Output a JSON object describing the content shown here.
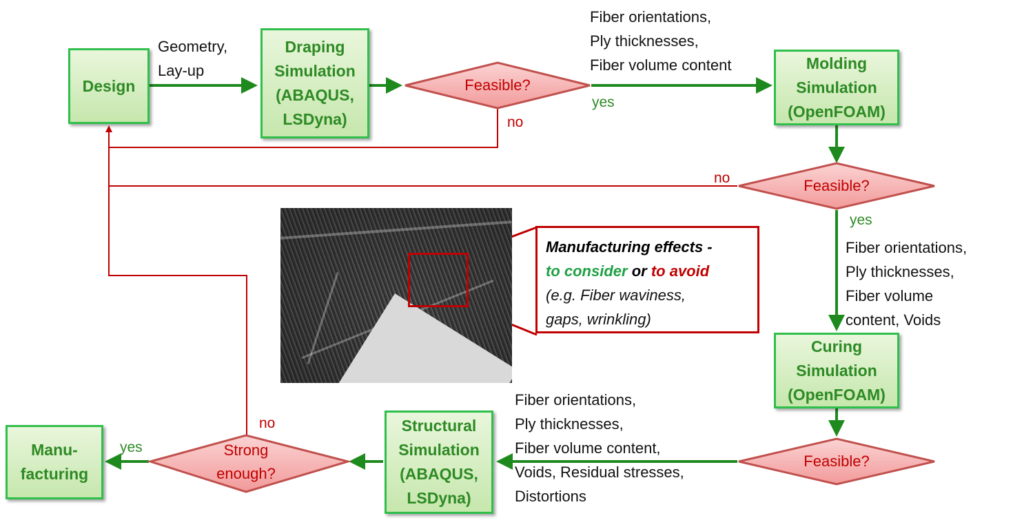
{
  "nodes": {
    "design": "Design",
    "draping": "Draping\nSimulation\n(ABAQUS,\nLSDyna)",
    "molding": "Molding\nSimulation\n(OpenFOAM)",
    "curing": "Curing\nSimulation\n(OpenFOAM)",
    "structural": "Structural\nSimulation\n(ABAQUS,\nLSDyna)",
    "manufacturing": "Manu-\nfacturing"
  },
  "decisions": {
    "feasible_1": "Feasible?",
    "feasible_2": "Feasible?",
    "feasible_3": "Feasible?",
    "strong": "Strong\nenough?"
  },
  "labels": {
    "geometry_layup": "Geometry,\nLay-up",
    "fiber_top": "Fiber orientations,\nPly thicknesses,\nFiber volume content",
    "fiber_right": "Fiber orientations,\nPly thicknesses,\nFiber volume\ncontent, Voids",
    "fiber_bottom": "Fiber orientations,\nPly thicknesses,\nFiber volume content,\nVoids, Residual stresses,\nDistortions",
    "yes_1": "yes",
    "no_1": "no",
    "no_2": "no",
    "yes_2": "yes",
    "no_3": "no",
    "yes_3": "yes"
  },
  "effects_box": {
    "title": "Manufacturing effects -",
    "consider": "to consider",
    "or": "or",
    "avoid": "to avoid",
    "body": "(e.g. Fiber waviness,\ngaps, wrinkling)"
  },
  "colors": {
    "green_arrow": "#1e8a1e",
    "red_line": "#c00000",
    "box_border": "#2fbf4a",
    "diamond_fill": "#f7b0b0",
    "diamond_border": "#c0504d"
  }
}
